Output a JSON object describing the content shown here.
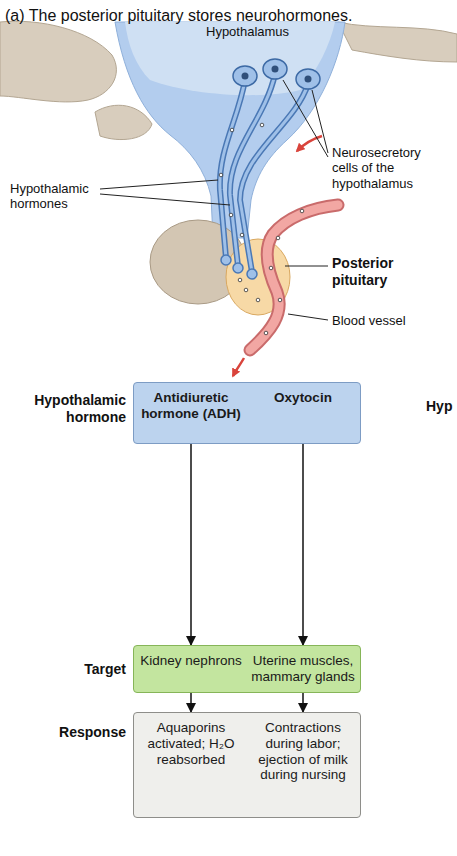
{
  "diagram": {
    "title": "(a) The posterior pituitary stores neurohormones.",
    "nodes": [
      {
        "text": [
          "Hypothalamic hormone"
        ]
      },
      {
        "text": [
          "Antidiuretic hormone (ADH)"
        ],
        "in": 0
      },
      {
        "text": [
          "Oxytocin"
        ],
        "in": 0
      },
      {
        "text": [
          "Target"
        ]
      },
      {
        "text": [
          "Kidney nephrons"
        ],
        "in": 3
      },
      {
        "text": [
          "Uterine muscles, mammary glands"
        ],
        "in": 3
      },
      {
        "text": [
          "Response"
        ]
      },
      {
        "text": [
          "Aquaporins activated; H₂O reabsorbed"
        ],
        "in": 6
      },
      {
        "text": [
          "Contractions during labor; ejection of milk during nursing"
        ],
        "in": 6
      }
    ],
    "edges": [
      {
        "from": 1,
        "to": 4,
        "arrow": "to"
      },
      {
        "from": 2,
        "to": 5,
        "arrow": "to"
      },
      {
        "from": 4,
        "to": 7,
        "arrow": "to"
      },
      {
        "from": 5,
        "to": 8,
        "arrow": "to"
      }
    ],
    "labels": [
      "Hypothalamus",
      "Neurosecretory cells of the hypothalamus",
      "Hypothalamic hormones",
      "Posterior pituitary",
      "Blood vessel",
      "Hyp"
    ]
  }
}
